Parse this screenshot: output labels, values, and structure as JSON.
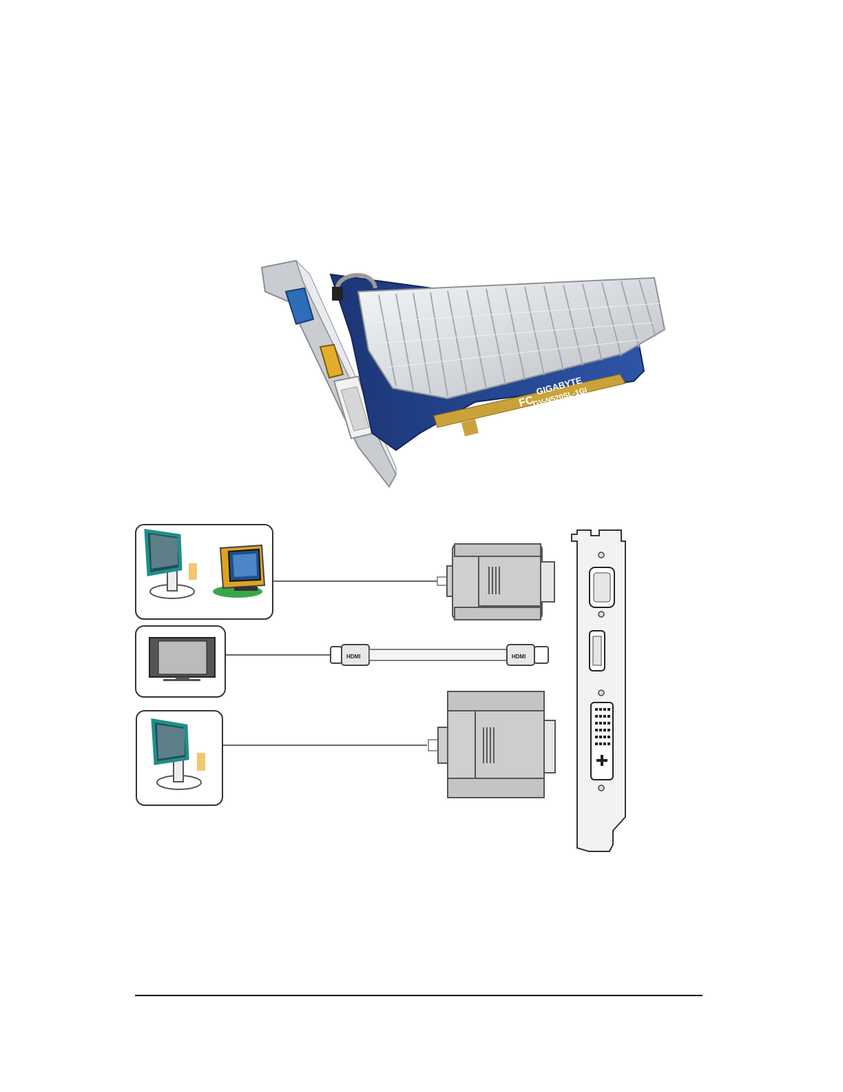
{
  "product_photo": {
    "brand_label": "GIGABYTE",
    "model_label": "GV-N520SL-1GI",
    "cert_mark": "FC"
  },
  "connection_diagram": {
    "connections": [
      {
        "display": "analog monitors (CRT / LCD)",
        "cable": "D-Sub connector",
        "port": "D-Sub (VGA) output"
      },
      {
        "display": "HDTV",
        "cable": "HDMI cable",
        "port": "HDMI output"
      },
      {
        "display": "digital LCD monitor",
        "cable": "DVI-D connector",
        "port": "DVI-D output"
      }
    ],
    "hdmi_plug_label": "HDMI"
  },
  "colors": {
    "pcb_blue": "#1f3f8a",
    "heatsink_silver": "#d9dde2",
    "gold_fingers": "#c9a23a",
    "monitor_teal": "#1f8f8a",
    "crt_yellow": "#e0a21f",
    "floor_green": "#3aa64a"
  }
}
